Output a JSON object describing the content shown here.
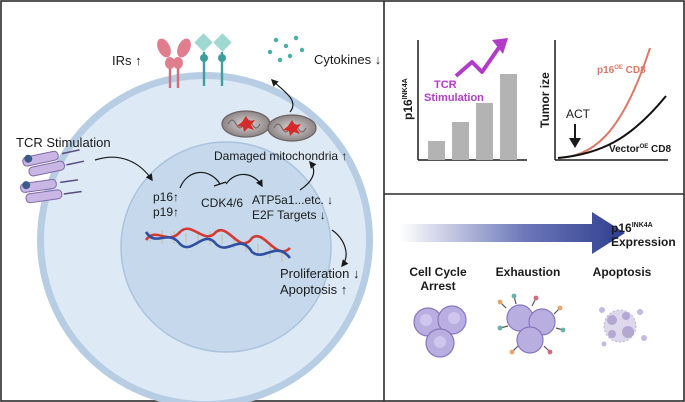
{
  "cell": {
    "irs_label": "IRs ↑",
    "cytokines_label": "Cytokines ↓",
    "tcr_label": "TCR Stimulation",
    "mito_label": "Damaged mitochondria ↑",
    "p16_label": "p16↑",
    "p19_label": "p19↑",
    "cdk_label": "CDK4/6",
    "atp_label": "ATP5a1...etc. ↓",
    "e2f_label": "E2F Targets ↓",
    "prolif_label": "Proliferation ↓",
    "apop_label": "Apoptosis ↑"
  },
  "bar_panel": {
    "ylabel": "p16",
    "ylabel_sup": "INK4A",
    "stim_label_1": "TCR",
    "stim_label_2": "Stimulation",
    "bars": [
      0.19,
      0.38,
      0.57,
      0.86
    ]
  },
  "tumor_panel": {
    "ylabel": "Tumor ize",
    "p16_curve_main": "p16",
    "p16_curve_sup": "OE",
    "p16_curve_tail": " CD8",
    "act_label": "ACT",
    "vec_main": "Vector",
    "vec_sup": "OE",
    "vec_tail": " CD8"
  },
  "bottom_panel": {
    "arrow_main": "p16",
    "arrow_sup": "INK4A",
    "arrow_line2": "Expression",
    "states": [
      {
        "line1": "Cell Cycle",
        "line2": "Arrest"
      },
      {
        "line1": "Exhaustion",
        "line2": ""
      },
      {
        "line1": "Apoptosis",
        "line2": ""
      }
    ]
  },
  "colors": {
    "cell_outer": "#b7cde4",
    "cell_inner": "#dde9f5",
    "nucleus": "#c6d9ec",
    "arrow_dark": "#2e3d8f",
    "p16_curve": "#d97865",
    "stim": "#b23cc9",
    "bar": "#b3b3b3",
    "cluster": "#b9aee0"
  }
}
